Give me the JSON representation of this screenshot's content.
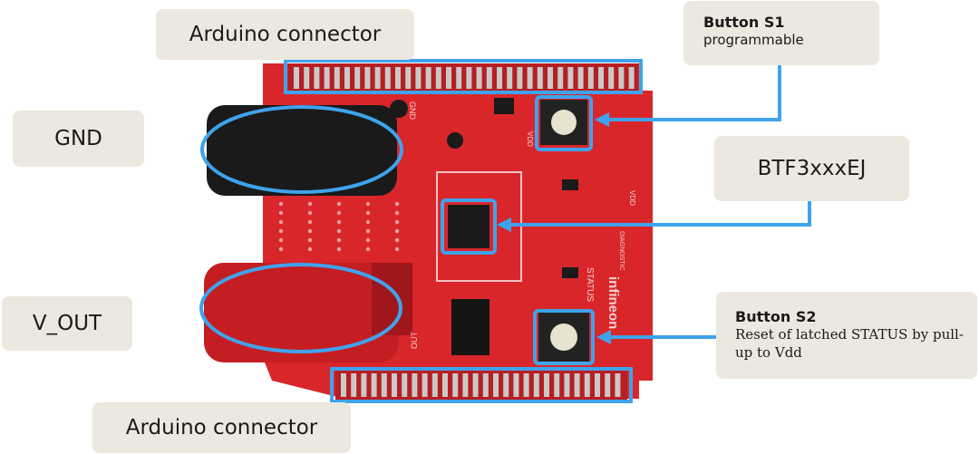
{
  "labels": {
    "arduino_top": "Arduino connector",
    "arduino_bottom": "Arduino connector",
    "gnd": "GND",
    "vout": "V_OUT",
    "btf": "BTF3xxxEJ",
    "s1_title": "Button S1",
    "s1_desc": "programmable",
    "s2_title": "Button S2",
    "s2_desc": "Reset of latched STATUS by pull-up to Vdd"
  },
  "pcb_silkscreen": {
    "brand": "infineon",
    "status": "STATUS",
    "diagnostic": "DIAGNOSTIC",
    "gnd": "GND",
    "vdd": "VDD",
    "out": "OUT"
  },
  "colors": {
    "pcb": "#d9262b",
    "highlight": "#3fa3ec",
    "label_bg": "#ece8df"
  }
}
